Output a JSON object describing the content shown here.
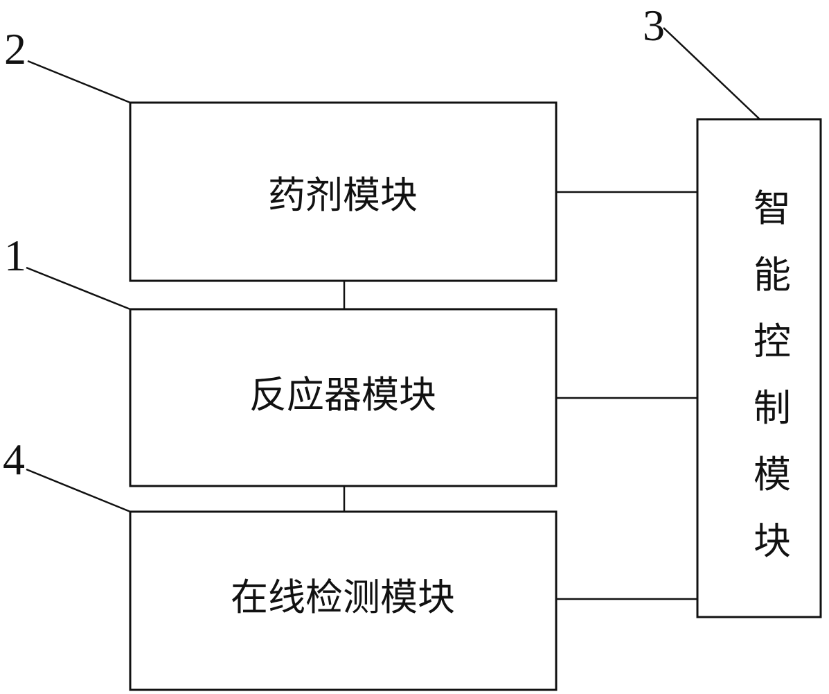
{
  "modules": {
    "reagent": {
      "label": "药剂模块",
      "ref": "2"
    },
    "reactor": {
      "label": "反应器模块",
      "ref": "1"
    },
    "online_detection": {
      "label": "在线检测模块",
      "ref": "4"
    },
    "intelligent_control": {
      "label": "智能控制模块",
      "ref": "3",
      "chars": [
        "智",
        "能",
        "控",
        "制",
        "模",
        "块"
      ]
    }
  },
  "colors": {
    "line": "#111111",
    "background": "#ffffff"
  }
}
